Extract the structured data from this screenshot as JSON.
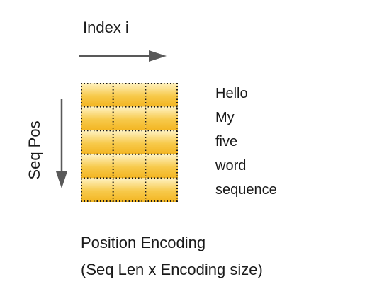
{
  "axis_x_label": "Index i",
  "axis_y_label": "Seq Pos",
  "words": [
    "Hello",
    "My",
    "five",
    "word",
    "sequence"
  ],
  "caption": {
    "line1": "Position Encoding",
    "line2": "(Seq Len x Encoding size)"
  },
  "colors": {
    "cell_light": "#fff3c4",
    "cell_dark": "#f3b521",
    "arrow": "#595959",
    "grid_dots": "#1a1a1a",
    "text": "#1a1a1a"
  },
  "matrix": {
    "rows": 5,
    "cols": 3
  }
}
